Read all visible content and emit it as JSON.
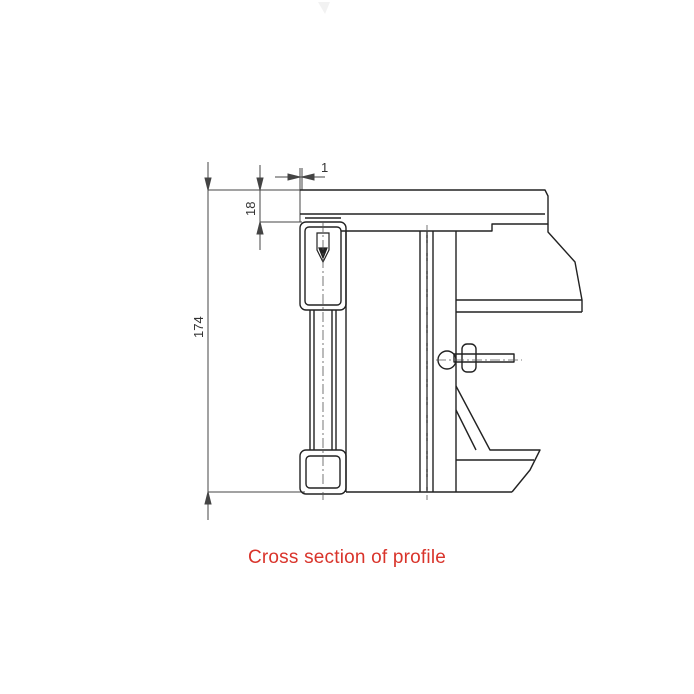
{
  "caption": "Cross section of profile",
  "dimensions": {
    "overall_height": "174",
    "top_offset": "18",
    "gap": "1"
  },
  "colors": {
    "caption": "#d9342b",
    "line": "#222222",
    "dim_line": "#444444"
  }
}
